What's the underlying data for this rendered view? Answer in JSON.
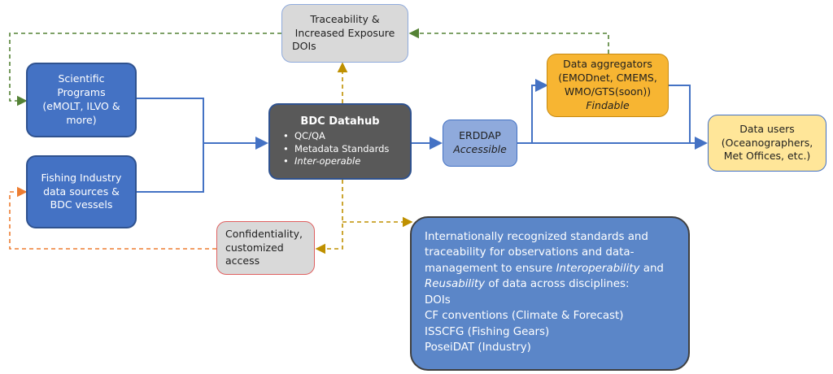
{
  "nodes": {
    "traceability": {
      "line1": "Traceability &",
      "line2": "Increased Exposure",
      "line3": "DOIs"
    },
    "scientific": {
      "line1": "Scientific",
      "line2": "Programs",
      "line3": "(eMOLT, ILVO &",
      "line4": "more)"
    },
    "fishing": {
      "line1": "Fishing Industry",
      "line2": "data sources &",
      "line3": "BDC vessels"
    },
    "datahub": {
      "title": "BDC Datahub",
      "items": [
        "QC/QA",
        "Metadata Standards",
        "Inter-operable"
      ]
    },
    "erddap": {
      "line1": "ERDDAP",
      "line2": "Accessible"
    },
    "aggregators": {
      "line1": "Data aggregators",
      "line2": "(EMODnet, CMEMS,",
      "line3": "WMO/GTS(soon))",
      "line4": "Findable"
    },
    "users": {
      "line1": "Data users",
      "line2": "(Oceanographers,",
      "line3": "Met Offices, etc.)"
    },
    "confidentiality": {
      "line1": "Confidentiality,",
      "line2": "customized",
      "line3": "access"
    },
    "standards": {
      "p1": "Internationally recognized standards and traceability  for observations and data-management to ensure ",
      "interop": "Interoperability",
      "and": " and",
      "reuse": "Reusability",
      "p2": " of data across disciplines:",
      "list": [
        "DOIs",
        "CF conventions (Climate & Forecast)",
        "ISSCFG (Fishing Gears)",
        "PoseiDAT (Industry)"
      ]
    }
  },
  "colors": {
    "blue": "#4472c4",
    "dark": "#595959",
    "orange": "#f7b532",
    "yellow": "#ffe699",
    "green_dash": "#548235",
    "orange_dash": "#ed7d31",
    "gold_dash": "#bf9000"
  }
}
